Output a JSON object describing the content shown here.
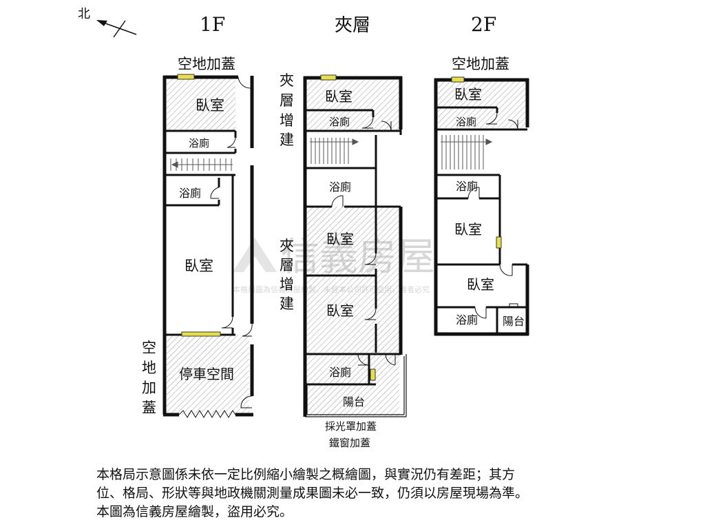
{
  "north": "北",
  "floors": {
    "f1": "1F",
    "mezzanine": "夾層",
    "f2": "2F"
  },
  "f1": {
    "top_addition": "空地加蓋",
    "bedroom_top": "臥室",
    "bath_1": "浴廁",
    "bath_2": "浴廁",
    "bedroom_middle": "臥室",
    "parking": "停車空間",
    "side_addition": [
      "空",
      "地",
      "加",
      "蓋"
    ]
  },
  "mezzanine": {
    "side_label_top": [
      "夾",
      "層",
      "增",
      "建"
    ],
    "side_label_bottom": [
      "夾",
      "層",
      "增",
      "建"
    ],
    "bedroom_1": "臥室",
    "bath_1": "浴廁",
    "bath_2": "浴廁",
    "bedroom_2": "臥室",
    "bedroom_3": "臥室",
    "bath_3": "浴廁",
    "balcony": "陽台",
    "skylight_note": "採光罩加蓋",
    "window_note": "鐵窗加蓋"
  },
  "f2": {
    "top_addition": "空地加蓋",
    "bedroom_1": "臥室",
    "bath_1": "浴廁",
    "bath_2": "浴廁",
    "bedroom_2": "臥室",
    "bedroom_3": "臥室",
    "bath_3": "浴廁",
    "balcony": "陽台"
  },
  "watermark": {
    "brand": "信義房屋",
    "notice": "本格局圖為信義房屋繪製，未經本公司許可盜用，違者必究"
  },
  "disclaimer": [
    "本格局示意圖係未依一定比例縮小繪製之概繪圖，與實況仍有差距；其方",
    "位、格局、形狀等與地政機關測量成果圖未必一致，仍須以房屋現場為準。",
    "本圖為信義房屋繪製，盜用必究。"
  ],
  "colors": {
    "wall": "#111111",
    "hatch": "#9a9a9a",
    "window": "#e8e04a",
    "watermark": "#d6d6d6"
  }
}
